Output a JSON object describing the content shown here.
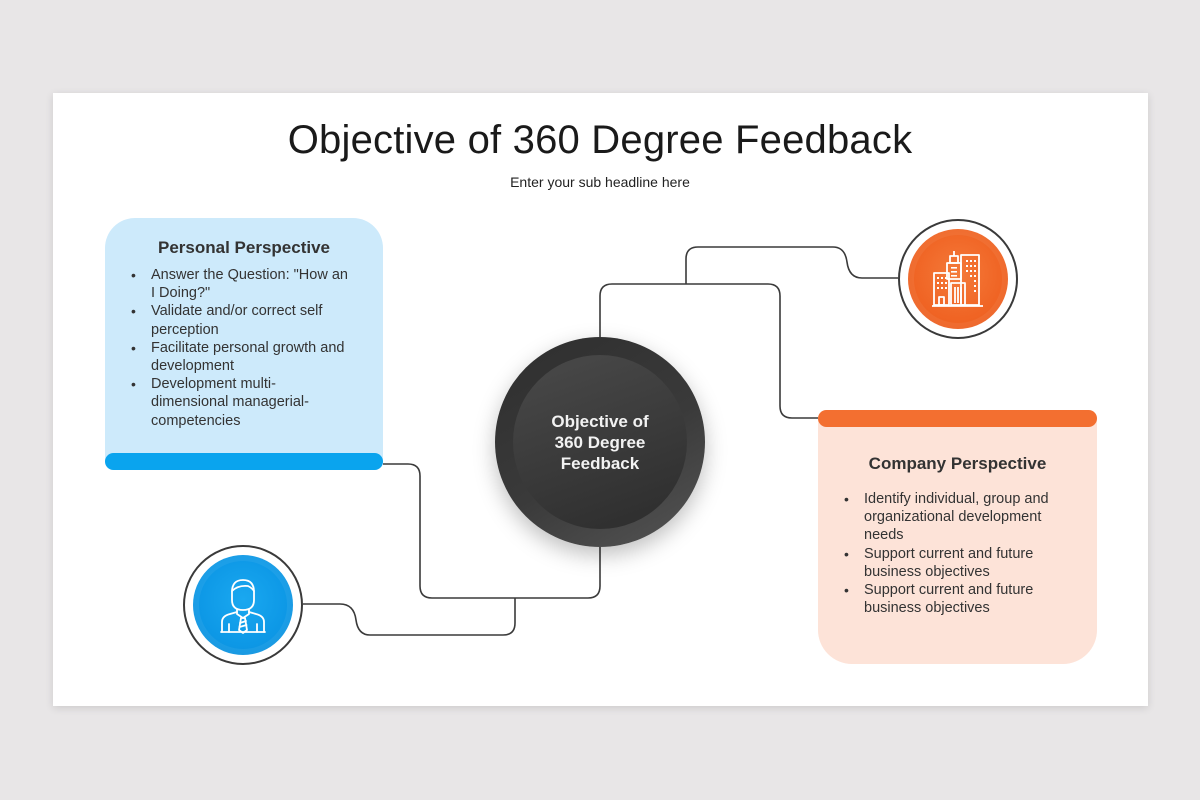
{
  "slide": {
    "title": "Objective of 360 Degree Feedback",
    "subtitle": "Enter your sub headline here"
  },
  "hub": {
    "label": "Objective of 360 Degree Feedback",
    "color": "#3a3a3a"
  },
  "personal": {
    "heading": "Personal Perspective",
    "accent": "#0aa4ee",
    "background": "#cdeafb",
    "icon": "businessman-icon",
    "items": [
      "Answer the Question: \"How an I Doing?\"",
      "Validate and/or correct self perception",
      "Facilitate personal growth and development",
      "Development multi-dimensional managerial-competencies"
    ]
  },
  "company": {
    "heading": "Company Perspective",
    "accent": "#f36f30",
    "background": "#fde3d8",
    "icon": "buildings-icon",
    "items": [
      "Identify individual, group and organizational development needs",
      "Support current and future business objectives",
      "Support current and future business objectives"
    ]
  }
}
